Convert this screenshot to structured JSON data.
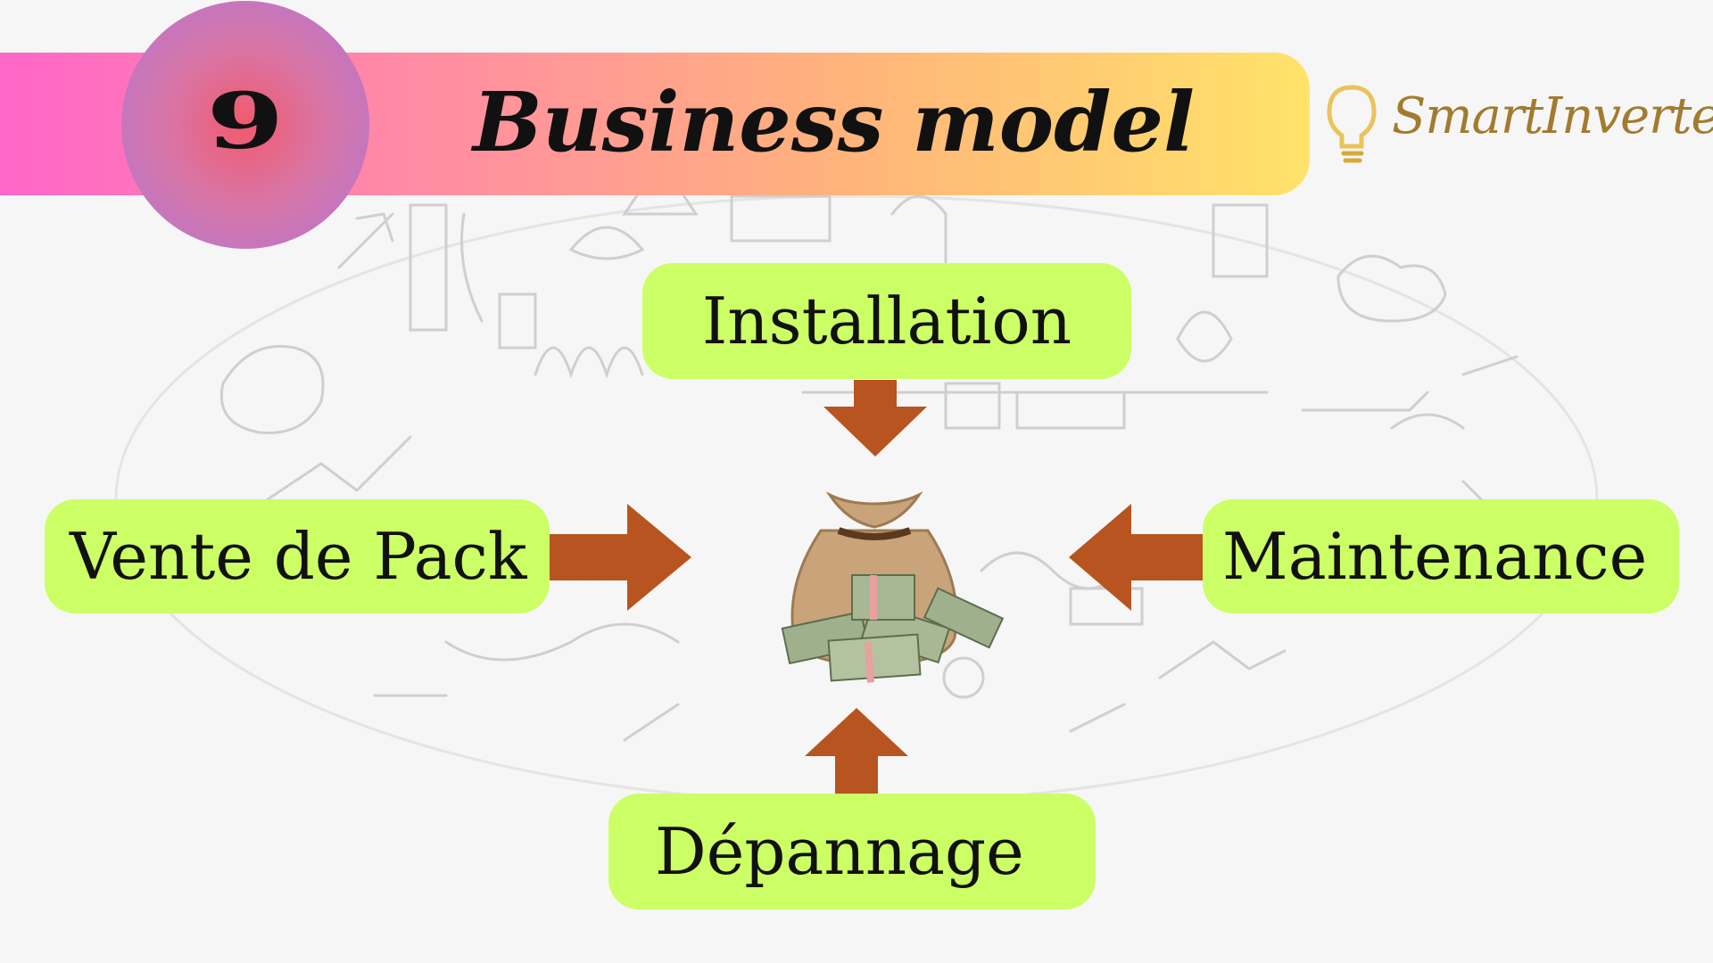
{
  "header": {
    "number": "9",
    "title": "Business model"
  },
  "logo": {
    "text": "SmartInverter",
    "icon": "lightbulb-icon"
  },
  "center": {
    "icon": "money-bag-icon"
  },
  "boxes": {
    "top": "Installation",
    "left": "Vente de Pack",
    "right": "Maintenance",
    "bottom": "Dépannage"
  },
  "colors": {
    "box_fill": "#ccff66",
    "arrow": "#b8541f",
    "header_gradient": [
      "#ff66c8",
      "#ffb47a",
      "#ffe36a"
    ],
    "circle": "#d875a6",
    "logo": "#a27b2e"
  }
}
